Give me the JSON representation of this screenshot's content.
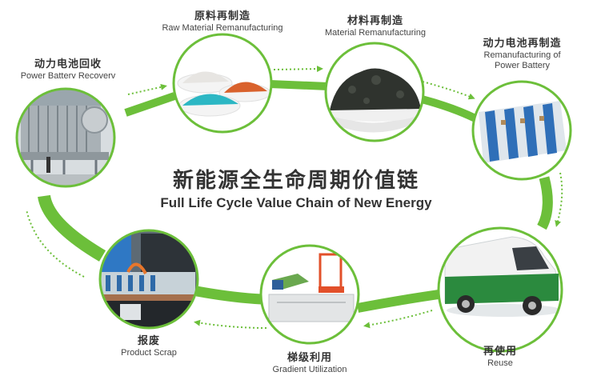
{
  "title": {
    "zh": "新能源全生命周期价值链",
    "en": "Full Life Cycle Value Chain of New Energy"
  },
  "colors": {
    "accent_green": "#6cbf3a",
    "ring_green": "#6cbf3a",
    "text": "#333333"
  },
  "stages": [
    {
      "id": "power-battery-recovery",
      "zh": "动力电池回收",
      "en": "Power Batterv Recoverv",
      "image": "battery-recycling-machinery"
    },
    {
      "id": "raw-material-remanufacturing",
      "zh": "原料再制造",
      "en": "Raw Material Remanufacturing",
      "image": "white-orange-cyan-powders"
    },
    {
      "id": "material-remanufacturing",
      "zh": "材料再制造",
      "en": "Material Remanufacturing",
      "image": "black-powder-bowl"
    },
    {
      "id": "remanufacturing-of-power-battery",
      "zh": "动力电池再制造",
      "en": "Remanufacturing of",
      "en2": "Power Battery",
      "image": "battery-pack-module"
    },
    {
      "id": "reuse",
      "zh": "再使用",
      "en": "Reuse",
      "image": "green-white-electric-van"
    },
    {
      "id": "gradient-utilization",
      "zh": "梯级利用",
      "en": "Gradient Utilization",
      "image": "battery-modules-lift-container"
    },
    {
      "id": "product-scrap",
      "zh": "报废",
      "en": "Product Scrap",
      "image": "scrapped-battery-pack"
    }
  ]
}
